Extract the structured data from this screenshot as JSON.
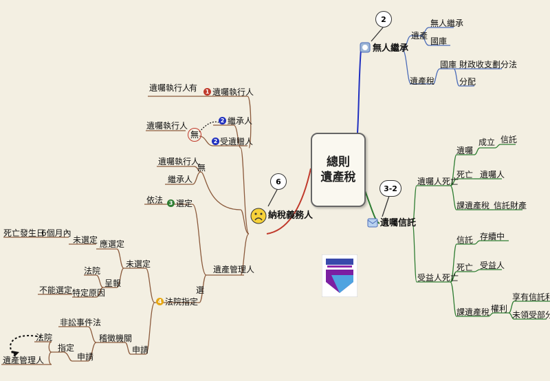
{
  "center": {
    "line1": "總則",
    "line2": "遺產稅"
  },
  "callouts": {
    "c2": "2",
    "c32": "3-2",
    "c6": "6"
  },
  "right_top": {
    "title": "無人繼承",
    "a1": "遺產",
    "a1b1": "無人繼承",
    "a1b2": "國庫",
    "a2": "遺產稅",
    "a2b1": "國庫",
    "a2b1c1": "財政收支劃分法",
    "a2b1c2": "分配"
  },
  "right_mid": {
    "title": "遺囑信託",
    "d1": "遺囑人死亡",
    "d1r1": "遺囑",
    "d1r1a": "成立",
    "d1r1b": "信託",
    "d1r2": "死亡",
    "d1r2a": "遺囑人",
    "d1r3": "課遺產稅",
    "d1r3a": "信託財產",
    "d2": "受益人死亡",
    "d2r1": "信託",
    "d2r1a": "存續中",
    "d2r2": "死亡",
    "d2r2a": "受益人",
    "d2r3": "課遺產稅",
    "d2r3a": "權利",
    "d2r3b1": "享有信託利益",
    "d2r3b2": "未領受部分"
  },
  "left": {
    "title": "納稅義務人",
    "n1_num": "1",
    "n1": "遺囑執行人",
    "n1_has": "有",
    "n1_leaf": "遺囑執行人",
    "n2_none": "無",
    "n2_leaf": "遺囑執行人",
    "n2a_num": "2",
    "n2a": "繼承人",
    "n2b_num": "2",
    "n2b": "受遺贈人",
    "n3_top": "無",
    "n3_a": "遺囑執行人",
    "n3_b": "繼承人",
    "n3_num": "3",
    "n3": "選定",
    "n3_leaf": "依法",
    "admin": "遺產管理人",
    "select": "選",
    "n4_num": "4",
    "n4": "法院指定",
    "not_sel": "未選定",
    "should_sel": "應選定",
    "not_sel2": "未選定",
    "within": "6個月內",
    "death_date": "死亡發生日",
    "report": "呈報",
    "court": "法院",
    "reason": "特定原因",
    "cannot": "不能選定",
    "apply": "申請",
    "agency": "稽徵機關",
    "noncourt": "非訟事件法",
    "apply2": "申請",
    "designate": "指定",
    "court2": "法院",
    "admin2": "遺產管理人"
  },
  "colors": {
    "accent_blue": "#1f2fbf",
    "accent_green": "#2e7d32",
    "accent_red": "#c0392b",
    "edge": "#8b5a3c"
  }
}
